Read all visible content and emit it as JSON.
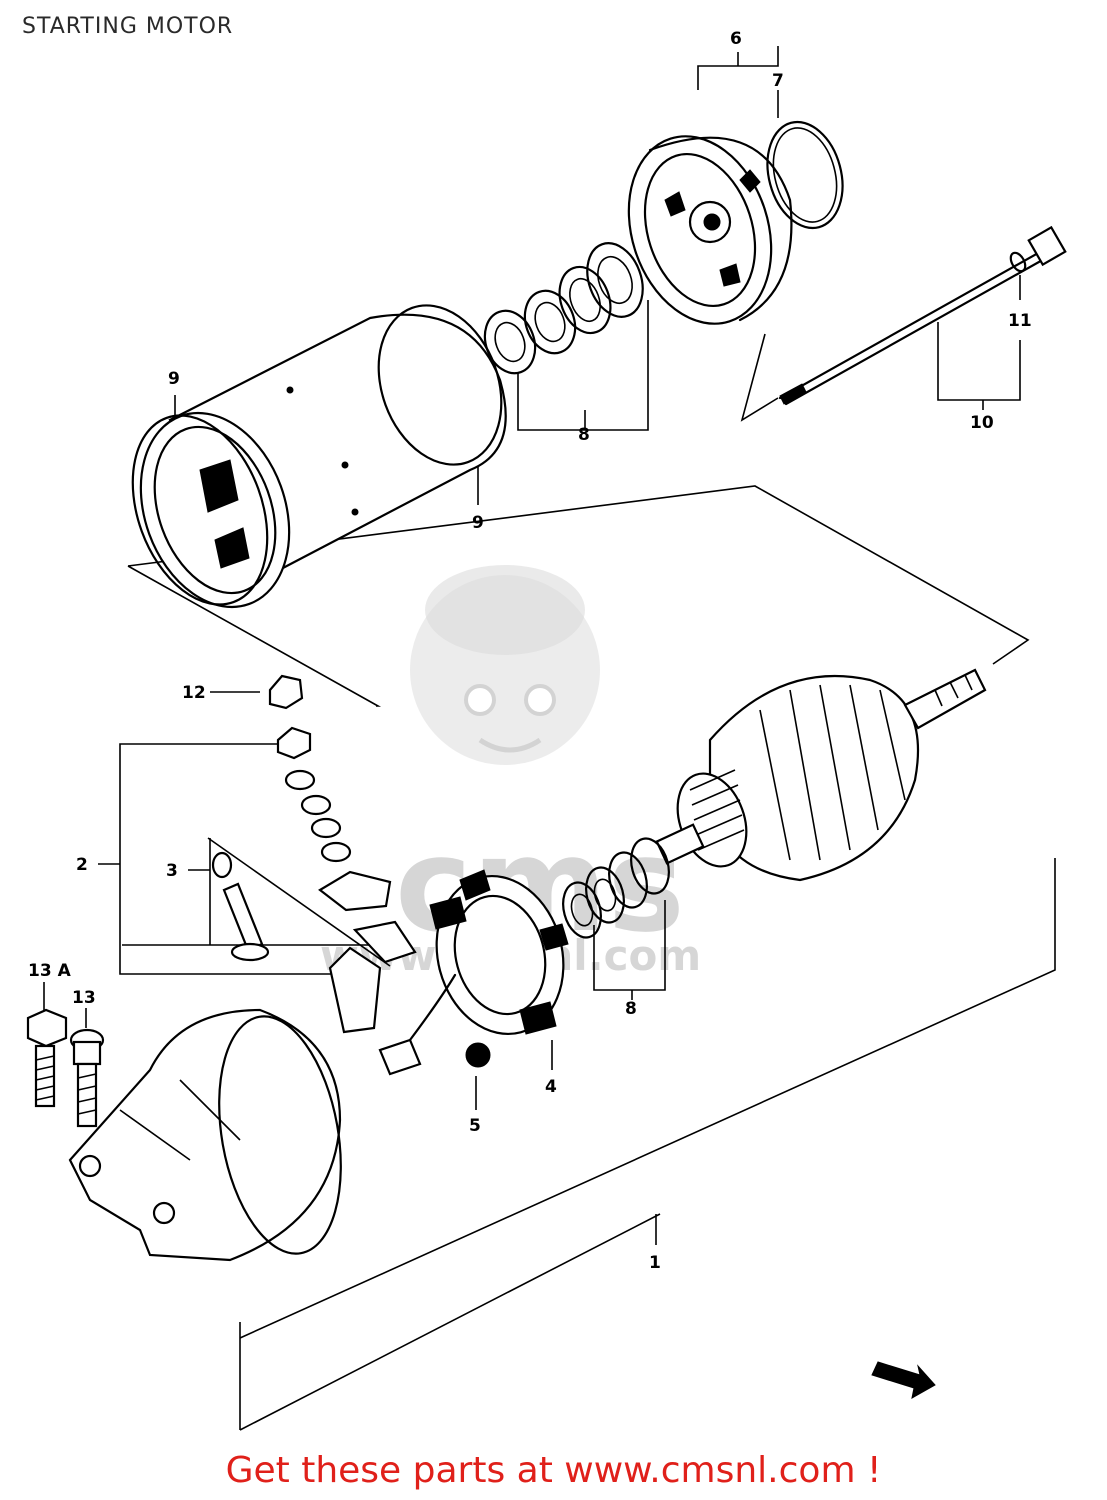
{
  "header": {
    "title": "STARTING MOTOR"
  },
  "footer": {
    "link_text": "Get these parts at www.cmsnl.com !"
  },
  "watermark": {
    "text_main": "cms",
    "text_sub": "www.cmsnl.com"
  },
  "callouts": {
    "c1": "1",
    "c2": "2",
    "c3": "3",
    "c4": "4",
    "c5": "5",
    "c6": "6",
    "c7": "7",
    "c8_top": "8",
    "c8_bottom": "8",
    "c9_left": "9",
    "c9_bottom": "9",
    "c10": "10",
    "c11": "11",
    "c12": "12",
    "c13": "13",
    "c13a": "13 A"
  },
  "colors": {
    "footer_link": "#e0201a",
    "line_art": "#000000",
    "watermark": "#d8d8d8"
  }
}
